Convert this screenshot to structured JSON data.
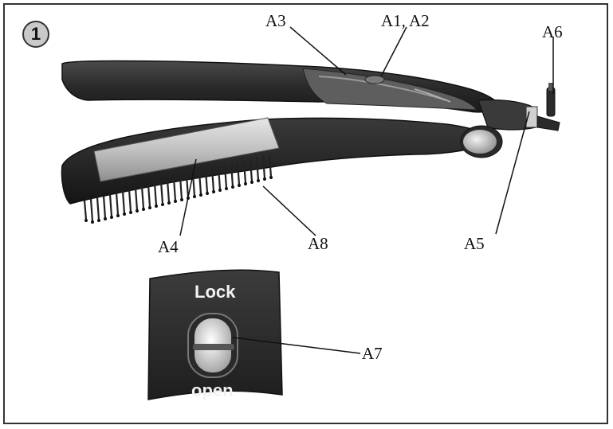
{
  "figure_number": "1",
  "callouts": {
    "a1_a2": "A1, A2",
    "a3": "A3",
    "a4": "A4",
    "a5": "A5",
    "a6": "A6",
    "a7": "A7",
    "a8": "A8"
  },
  "lock_switch": {
    "top_label": "Lock",
    "bottom_label": "open"
  },
  "colors": {
    "device_body": "#2b2b2b",
    "plate": "#c4c4c4",
    "border": "#333333",
    "badge": "#c9c9c9"
  }
}
